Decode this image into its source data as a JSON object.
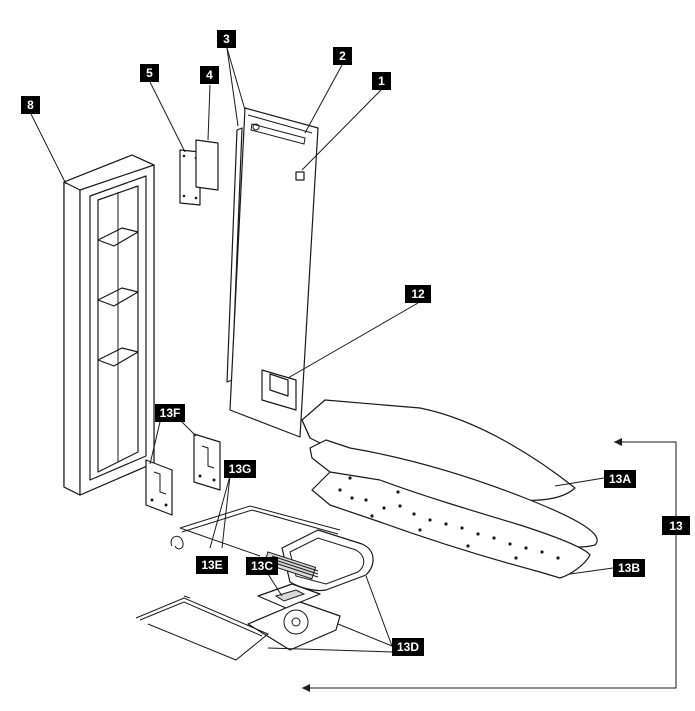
{
  "diagram": {
    "callouts": [
      {
        "id": "c1",
        "text": "1"
      },
      {
        "id": "c2",
        "text": "2"
      },
      {
        "id": "c3",
        "text": "3"
      },
      {
        "id": "c4",
        "text": "4"
      },
      {
        "id": "c5",
        "text": "5"
      },
      {
        "id": "c8",
        "text": "8"
      },
      {
        "id": "c12",
        "text": "12"
      },
      {
        "id": "c13",
        "text": "13"
      },
      {
        "id": "c13A",
        "text": "13A"
      },
      {
        "id": "c13B",
        "text": "13B"
      },
      {
        "id": "c13C",
        "text": "13C"
      },
      {
        "id": "c13D",
        "text": "13D"
      },
      {
        "id": "c13E",
        "text": "13E"
      },
      {
        "id": "c13F",
        "text": "13F"
      },
      {
        "id": "c13G",
        "text": "13G"
      }
    ],
    "colors": {
      "line": "#1a1a1a",
      "label_bg": "#000000",
      "label_text": "#ffffff",
      "background": "#ffffff"
    }
  }
}
